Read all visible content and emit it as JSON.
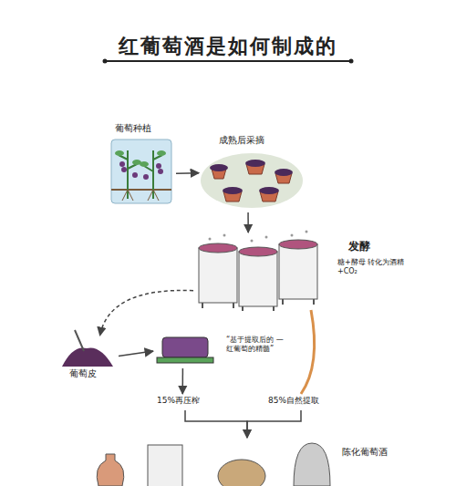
{
  "diagram": {
    "title": "红葡萄酒是如何制成的",
    "nodes": [
      {
        "text": [
          "葡萄种植"
        ]
      },
      {
        "text": [
          "成熟后采摘"
        ]
      },
      {
        "text": [
          "发酵",
          "糖+酵母 转化为酒精+CO₂"
        ]
      },
      {
        "text": [
          "葡萄皮"
        ]
      },
      {
        "text": [
          "“基于提取后的 —红葡萄的精髓”"
        ]
      },
      {
        "text": [
          "15%再压榨"
        ]
      },
      {
        "text": [
          "85%自然提取"
        ]
      },
      {
        "text": [
          "陈化葡萄酒"
        ]
      }
    ],
    "edges": [
      {
        "from": 0,
        "to": 1,
        "arrow": "to"
      },
      {
        "from": 1,
        "to": 2,
        "arrow": "to"
      },
      {
        "from": 2,
        "to": 3,
        "arrow": "to"
      },
      {
        "from": 3,
        "to": 4,
        "arrow": "to"
      },
      {
        "from": 4,
        "to": 5,
        "arrow": "to"
      },
      {
        "from": 2,
        "to": 6,
        "arrow": "none"
      },
      {
        "from": 5,
        "to": 7,
        "arrow": "to"
      },
      {
        "from": 6,
        "to": 7,
        "arrow": "to"
      }
    ]
  }
}
